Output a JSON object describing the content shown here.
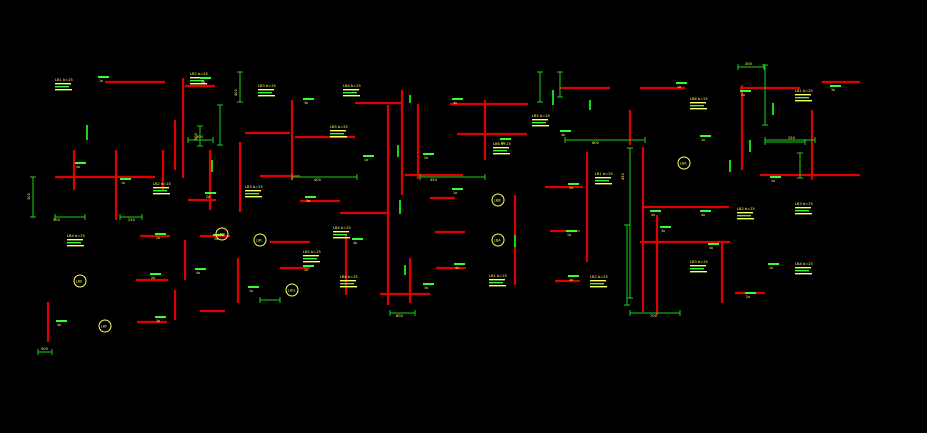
{
  "drawing": {
    "background": "#000000",
    "colors": {
      "wall": "#e00000",
      "dim": "#18d418",
      "text": "#ffff66",
      "green_text": "#33ff33",
      "bubble": "#ffff66"
    },
    "bubble_labels": [
      "L8A",
      "L8B",
      "L8C",
      "L8D",
      "L8E",
      "L8F",
      "L8G"
    ],
    "block_labels": [
      "LB1 b=25",
      "LB2 b=25",
      "LB3 b=25",
      "LB4 b=25",
      "LB5 b=25",
      "LB6 b=25"
    ],
    "dim_labels": [
      "200",
      "250",
      "300",
      "400",
      "450",
      "600",
      "700",
      "800",
      "900"
    ],
    "small_tags": [
      "1a",
      "2a",
      "3a",
      "4a"
    ]
  }
}
